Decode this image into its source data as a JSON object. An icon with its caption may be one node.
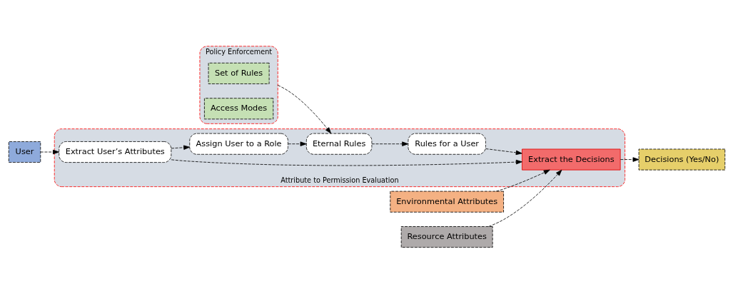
{
  "diagram": {
    "nodes": [
      {
        "text": [
          "Policy Enforcement"
        ]
      },
      {
        "text": [
          "Set of Rules"
        ],
        "in": 0
      },
      {
        "text": [
          "Access Modes"
        ],
        "in": 0
      },
      {
        "text": [
          "User"
        ]
      },
      {
        "text": [
          "Environmental Attributes"
        ]
      },
      {
        "text": [
          "Attribute to Permission Evaluation"
        ]
      },
      {
        "text": [
          "Extract User’s Attributes"
        ],
        "in": 5
      },
      {
        "text": [
          "Assign User to a Role"
        ],
        "in": 5
      },
      {
        "text": [
          "Eternal Rules"
        ],
        "in": 5
      },
      {
        "text": [
          "Rules for a User"
        ],
        "in": 5
      },
      {
        "text": [
          "Extract the Decisions"
        ],
        "in": 5
      },
      {
        "text": [
          "Resource Attributes"
        ]
      },
      {
        "text": [
          "Decisions (Yes/No)"
        ]
      }
    ],
    "edges": [
      {
        "from": 3,
        "to": 6,
        "arrow": "to",
        "style": "dashed"
      },
      {
        "from": 0,
        "to": 8,
        "arrow": "to",
        "style": "dashed"
      },
      {
        "from": 6,
        "to": 7,
        "arrow": "to",
        "style": "dashed"
      },
      {
        "from": 7,
        "to": 8,
        "arrow": "to",
        "style": "dashed"
      },
      {
        "from": 8,
        "to": 9,
        "arrow": "to",
        "style": "dashed"
      },
      {
        "from": 6,
        "to": 10,
        "arrow": "to",
        "style": "dashed"
      },
      {
        "from": 9,
        "to": 10,
        "arrow": "to",
        "style": "dashed"
      },
      {
        "from": 4,
        "to": 10,
        "arrow": "to",
        "style": "dashed"
      },
      {
        "from": 11,
        "to": 10,
        "arrow": "to",
        "style": "dashed"
      },
      {
        "from": 10,
        "to": 12,
        "arrow": "to",
        "style": "dashed"
      }
    ]
  }
}
